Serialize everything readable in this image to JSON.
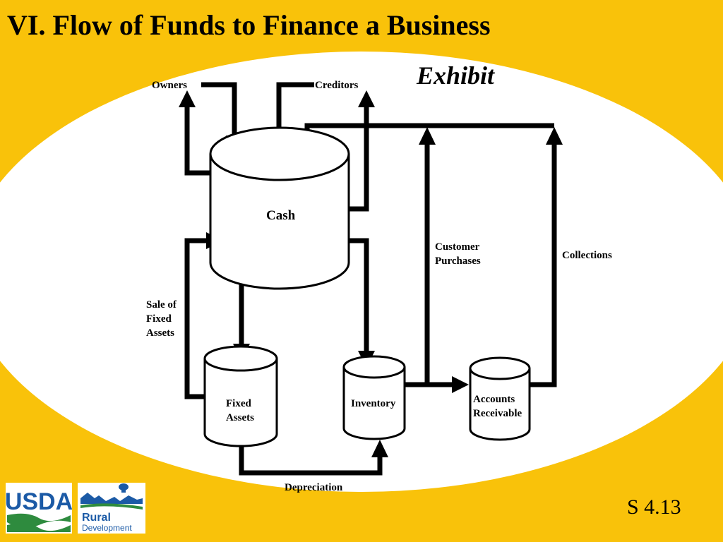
{
  "slide": {
    "title": "VI. Flow of Funds to Finance a Business",
    "exhibit": "Exhibit",
    "number": "S 4.13"
  },
  "labels": {
    "owners": "Owners",
    "creditors": "Creditors",
    "cash": "Cash",
    "customer_purchases_1": "Customer",
    "customer_purchases_2": "Purchases",
    "collections": "Collections",
    "sale_1": "Sale of",
    "sale_2": "Fixed",
    "sale_3": "Assets",
    "fixed_assets_1": "Fixed",
    "fixed_assets_2": "Assets",
    "inventory": "Inventory",
    "ar_1": "Accounts",
    "ar_2": "Receivable",
    "depreciation": "Depreciation"
  },
  "logos": {
    "usda": "USDA",
    "rural": "Rural",
    "development": "Development"
  },
  "colors": {
    "background": "#f9c20a",
    "panel": "#ffffff",
    "usda_blue": "#1b5aa6",
    "usda_green": "#2e8b3e"
  }
}
